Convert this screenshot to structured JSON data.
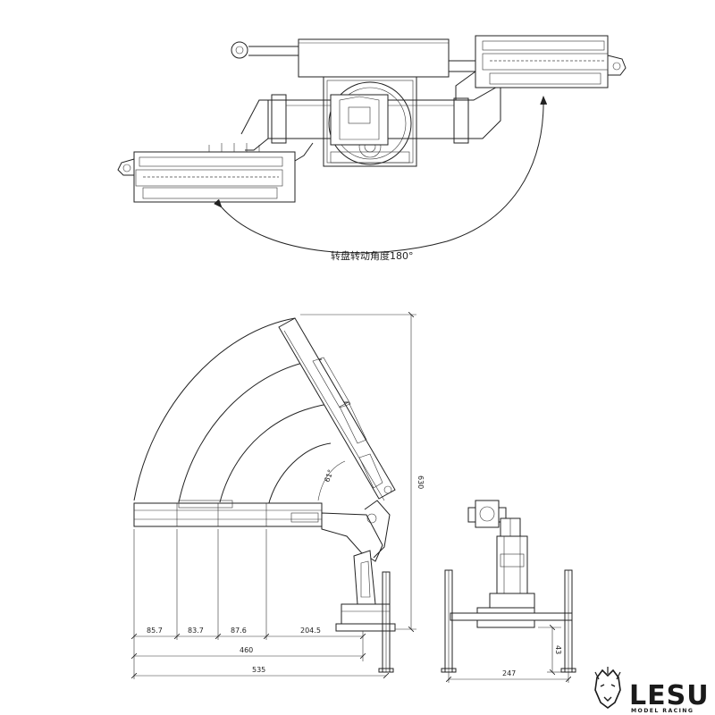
{
  "top_view": {
    "rotation_caption": "转盘转动角度180°"
  },
  "side_view": {
    "dimensions": {
      "seg1": "85.7",
      "seg2": "83.7",
      "seg3": "87.6",
      "seg4": "204.5",
      "reach_retracted": "460",
      "reach_total": "535",
      "height": "630",
      "angle": "61°"
    }
  },
  "front_view": {
    "dimensions": {
      "width": "247",
      "ground_clearance": "43"
    }
  },
  "logo": {
    "brand": "LESU",
    "subtitle": "MODEL RACING"
  }
}
